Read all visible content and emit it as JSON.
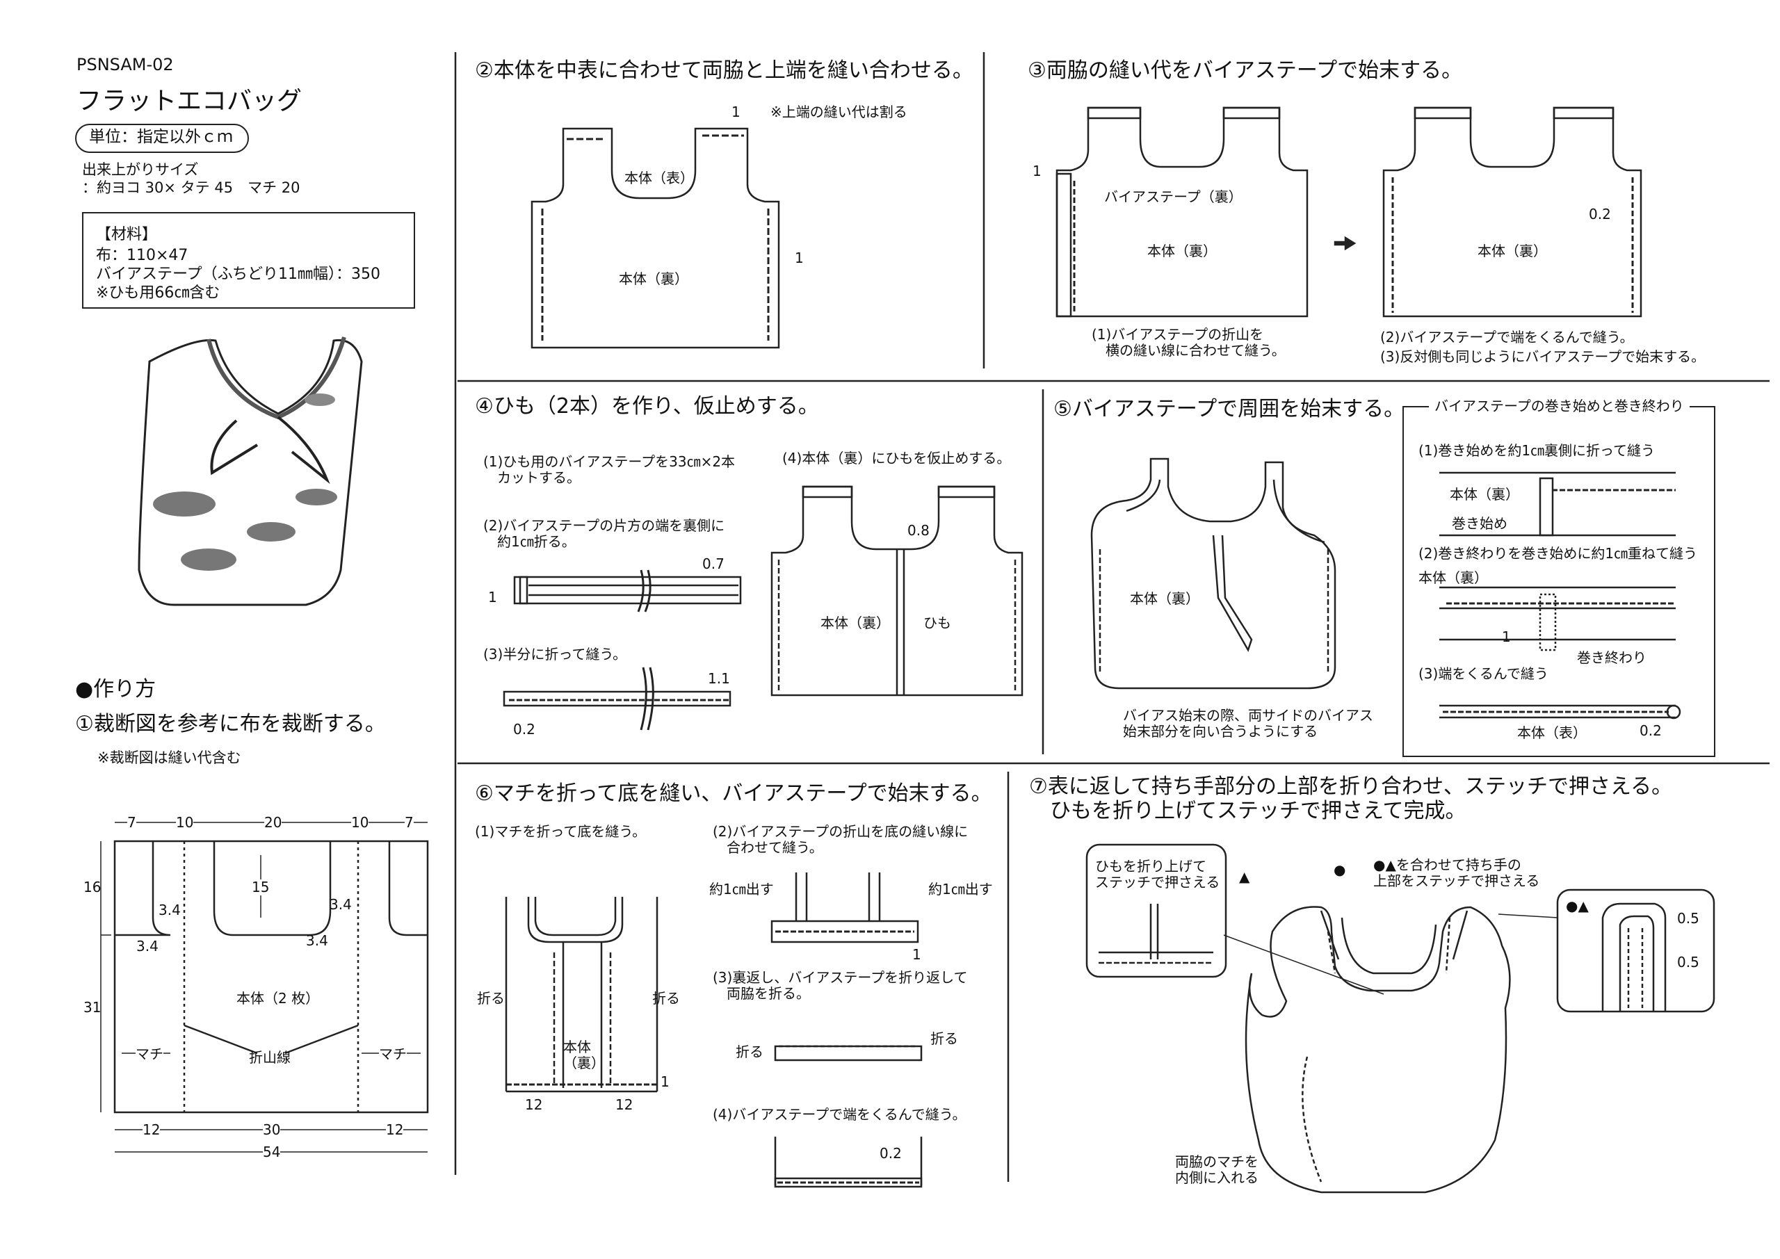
{
  "header": {
    "code": "PSNSAM-02",
    "title": "フラットエコバッグ",
    "unit": "単位：指定以外ｃｍ",
    "size_label": "出来上がりサイズ",
    "size_value": "：約ヨコ 30× タテ 45　マチ 20"
  },
  "materials": {
    "title": "【材料】",
    "fabric": "布：110×47",
    "tape": "バイアステープ（ふちどり11㎜幅）：350",
    "note": "※ひも用66㎝含む"
  },
  "howto": {
    "title": "●作り方",
    "step1": "①裁断図を参考に布を裁断する。",
    "step1_note": "※裁断図は縫い代含む"
  },
  "cutting": {
    "top_dims": [
      "7",
      "10",
      "20",
      "10",
      "7"
    ],
    "h16": "16",
    "h15": "15",
    "h31": "31",
    "r34": "3.4",
    "body": "本体（2 枚）",
    "gusset": "マチ",
    "fold": "折山線",
    "bottom_dims": [
      "12",
      "30",
      "12"
    ],
    "total": "54"
  },
  "step2": {
    "title": "②本体を中表に合わせて両脇と上端を縫い合わせる。",
    "one": "1",
    "note": "※上端の縫い代は割る",
    "front": "本体（表）",
    "back": "本体（裏）"
  },
  "step3": {
    "title": "③両脇の縫い代をバイアステープで始末する。",
    "one": "1",
    "tape": "バイアステープ（裏）",
    "back": "本体（裏）",
    "c1": "(1)バイアステープの折山を\n　横の縫い線に合わせて縫う。",
    "c2": "(2)バイアステープで端をくるんで縫う。",
    "c3": "(3)反対側も同じようにバイアステープで始末する。",
    "d02": "0.2"
  },
  "step4": {
    "title": "④ひも（2本）を作り、仮止めする。",
    "s1": "(1)ひも用のバイアステープを33㎝×2本\n　カットする。",
    "s2": "(2)バイアステープの片方の端を裏側に\n　約1㎝折る。",
    "s3": "(3)半分に折って縫う。",
    "s4": "(4)本体（裏）にひもを仮止めする。",
    "d07": "0.7",
    "d1": "1",
    "d11": "1.1",
    "d02": "0.2",
    "d08": "0.8",
    "back": "本体（裏）",
    "string": "ひも"
  },
  "step5": {
    "title": "⑤バイアステープで周囲を始末する。",
    "back": "本体（裏）",
    "note": "バイアス始末の際、両サイドのバイアス\n始末部分を向い合うようにする"
  },
  "biasbox": {
    "title": "バイアステープの巻き始めと巻き終わり",
    "s1": "(1)巻き始めを約1㎝裏側に折って縫う",
    "back": "本体（裏）",
    "start": "巻き始め",
    "s2": "(2)巻き終わりを巻き始めに約1㎝重ねて縫う",
    "back2": "本体（裏）",
    "one": "1",
    "end": "巻き終わり",
    "s3": "(3)端をくるんで縫う",
    "front": "本体（表）",
    "d02": "0.2"
  },
  "step6": {
    "title": "⑥マチを折って底を縫い、バイアステープで始末する。",
    "s1": "(1)マチを折って底を縫う。",
    "fold": "折る",
    "body": "本体\n（裏）",
    "d12": "12",
    "d1": "1",
    "s2": "(2)バイアステープの折山を底の縫い線に\n　合わせて縫う。",
    "out": "約1㎝出す",
    "s3": "(3)裏返し、バイアステープを折り返して\n　両脇を折る。",
    "s4": "(4)バイアステープで端をくるんで縫う。",
    "d02": "0.2"
  },
  "step7": {
    "title": "⑦表に返して持ち手部分の上部を折り合わせ、ステッチで押さえる。\n　ひもを折り上げてステッチで押さえて完成。",
    "callout1": "ひもを折り上げて\nステッチで押さえる",
    "triangle": "▲",
    "circle": "●",
    "callout2": "●▲を合わせて持ち手の\n上部をステッチで押さえる",
    "marks": "●▲",
    "d05": "0.5",
    "note": "両脇のマチを\n内側に入れる"
  }
}
